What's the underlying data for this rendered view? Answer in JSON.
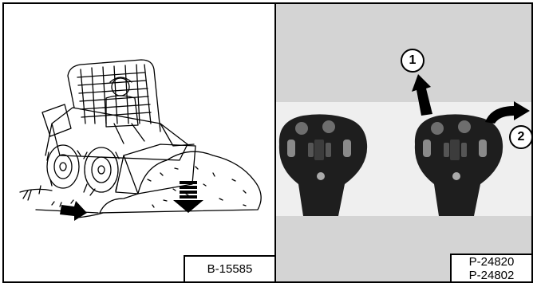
{
  "left_figure": {
    "code": "B-15585"
  },
  "right_figure": {
    "codes": [
      "P-24820",
      "P-24802"
    ],
    "callouts": [
      "1",
      "2"
    ]
  },
  "colors": {
    "border": "#000000",
    "photo_background": "#d4d4d4",
    "handle": "#1e1e1e"
  },
  "icons": [
    "skid-steer-loader-illustration",
    "down-arrow-icon",
    "forward-arrow-icon",
    "joystick-handle",
    "up-arrow-icon",
    "curved-right-arrow-icon"
  ]
}
